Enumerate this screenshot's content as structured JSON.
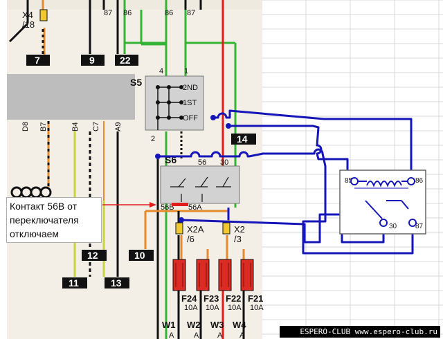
{
  "colors": {
    "paper": "#f3efe6",
    "grid": "#d9d9d9",
    "blue": "#1515b8",
    "red": "#e21b1b",
    "green": "#34b334",
    "orange": "#e58a2e",
    "fuse": "#dc2a24",
    "box": "#d2d2d2",
    "black": "#111111",
    "watermark_bg": "#000000"
  },
  "left_boxes": [
    "7",
    "9",
    "22",
    "12",
    "10",
    "11",
    "13"
  ],
  "right_box": "14",
  "pins_top_left": [
    "87",
    "86"
  ],
  "pins_top_right": [
    "86",
    "87"
  ],
  "connector_x4": [
    "X4",
    "/18"
  ],
  "ecu_pins": [
    "D8",
    "B7",
    "B4",
    "C7",
    "A9"
  ],
  "switch_s5": {
    "label": "S5",
    "pins_top": [
      "4",
      "1"
    ],
    "pin_bottom": "2",
    "positions": [
      "2ND",
      "1ST",
      "OFF"
    ]
  },
  "relay_s6": {
    "label": "S6",
    "pins_top": [
      "56",
      "30"
    ],
    "pins_bottom": [
      "56B",
      "56A"
    ]
  },
  "connectors_bottom": [
    [
      "X2A",
      "/6"
    ],
    [
      "X2",
      "/3"
    ]
  ],
  "fuses": [
    {
      "name": "F24",
      "rating": "10A"
    },
    {
      "name": "F23",
      "rating": "10A"
    },
    {
      "name": "F22",
      "rating": "10A"
    },
    {
      "name": "F21",
      "rating": "10A"
    }
  ],
  "wires_bottom": [
    {
      "name": "W1",
      "sub": "A"
    },
    {
      "name": "W2",
      "sub": "A"
    },
    {
      "name": "W3",
      "sub": "A"
    },
    {
      "name": "W4",
      "sub": "A"
    }
  ],
  "added_relay": {
    "pins": [
      "85",
      "86",
      "30",
      "87"
    ]
  },
  "callout_text": "Контакт 56В от\nпереключателя\nотключаем",
  "watermark": "ESPERO-CLUB www.espero-club.ru"
}
